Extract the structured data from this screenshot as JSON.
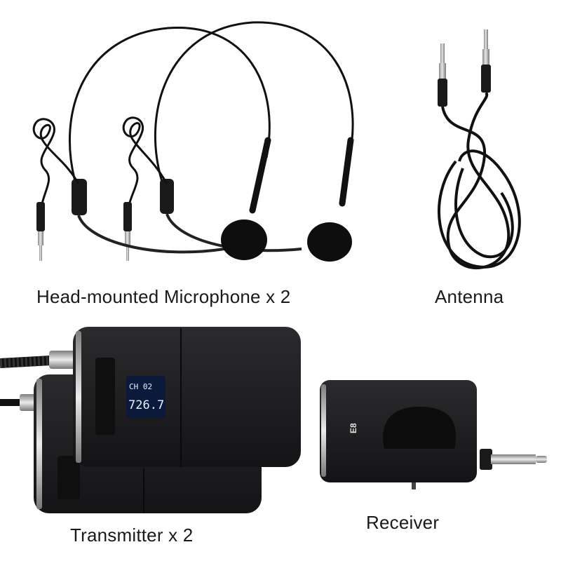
{
  "captions": {
    "microphone": "Head-mounted Microphone x 2",
    "antenna": "Antenna",
    "transmitter": "Transmitter x 2",
    "receiver": "Receiver"
  },
  "transmitter_display": {
    "channel": "CH 02",
    "frequency": "726.7"
  },
  "receiver_label": "E8",
  "colors": {
    "background": "#ffffff",
    "device_body": "#1c1c1e",
    "cable": "#111111",
    "metal": "#b8b8b8",
    "lcd_screen": "#0b1a3a",
    "lcd_text": "#e8f2ff"
  },
  "icons": [
    "headset-microphone",
    "audio-cable",
    "bodypack-transmitter",
    "plug-in-receiver"
  ]
}
